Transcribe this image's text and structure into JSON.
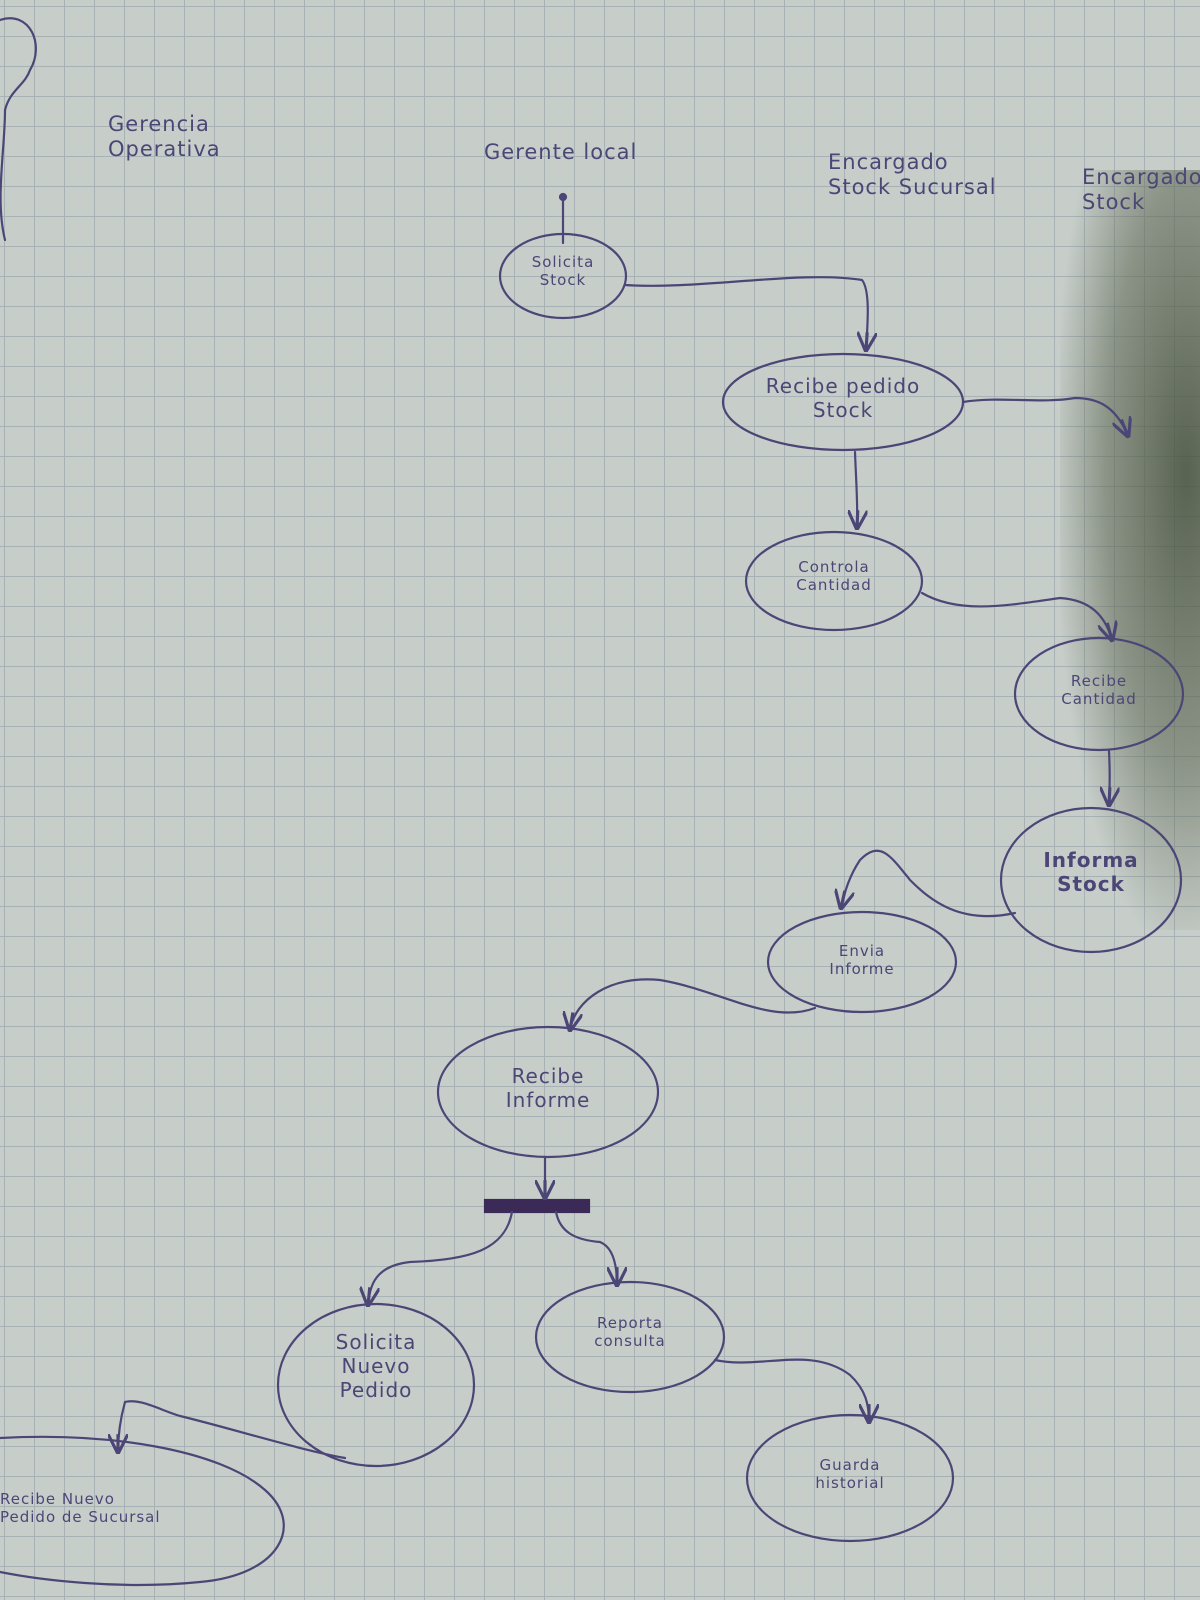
{
  "diagram": {
    "lanes": [
      {
        "id": "gerencia",
        "label": "Gerencia\nOperativa"
      },
      {
        "id": "gerente-local",
        "label": "Gerente local"
      },
      {
        "id": "encargado",
        "label": "Encargado\nStock Sucursal"
      },
      {
        "id": "lane-4",
        "label": "Encargado\nStock"
      }
    ],
    "nodes": [
      {
        "id": "solicita-stock",
        "label": "Solicita\nStock"
      },
      {
        "id": "recibe-stock",
        "label": "Recibe pedido\nStock"
      },
      {
        "id": "controla-cantidad",
        "label": "Controla\nCantidad"
      },
      {
        "id": "recibe-cantidad",
        "label": "Recibe\nCantidad"
      },
      {
        "id": "informa-stock",
        "label": "Informa\nStock"
      },
      {
        "id": "envia-informe",
        "label": "Envia\nInforme"
      },
      {
        "id": "recibe-informe",
        "label": "Recibe\nInforme"
      },
      {
        "id": "solicita-nuevo-pedido",
        "label": "Solicita\nNuevo\nPedido"
      },
      {
        "id": "reporta-consulta",
        "label": "Reporta\nconsulta"
      },
      {
        "id": "guarda-historial",
        "label": "Guarda\nhistorial"
      },
      {
        "id": "recibe-nuevo-pedido",
        "label": "Recibe Nuevo\nPedido de Sucursal"
      }
    ],
    "colors": {
      "ink": "#4c4676",
      "bar": "#3b2a57",
      "paper": "#c7ceca",
      "grid": "#a8b2b5"
    }
  }
}
